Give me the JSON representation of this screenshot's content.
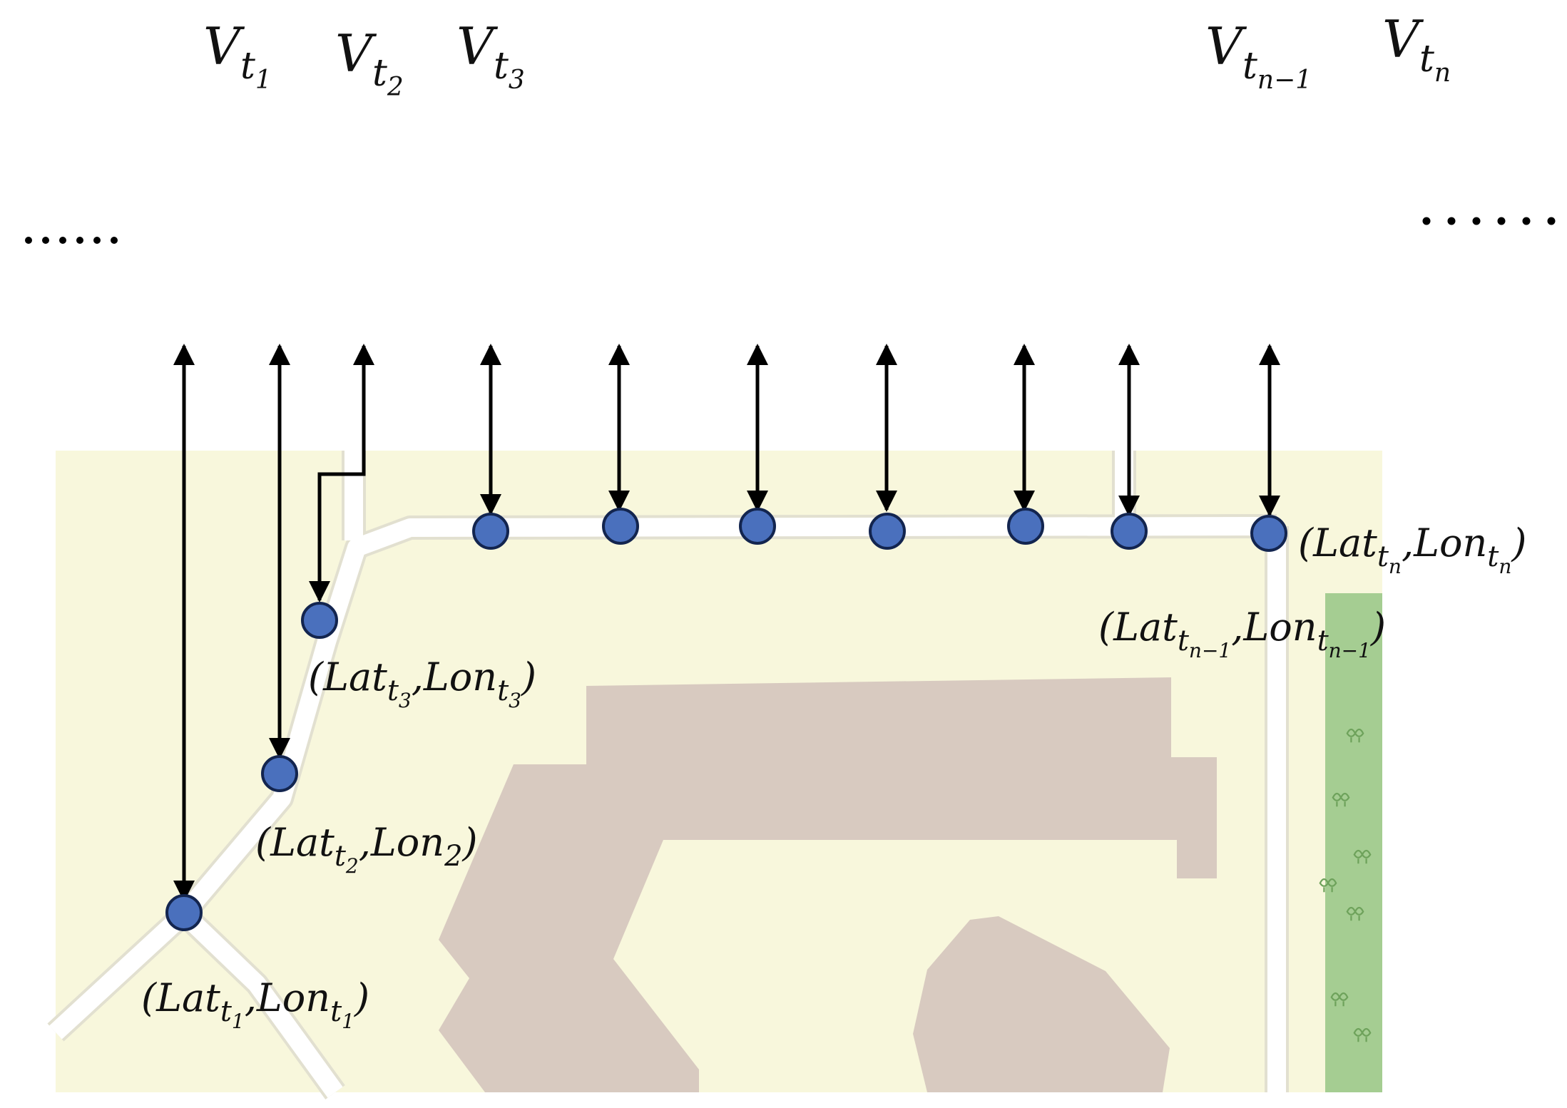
{
  "colors": {
    "map_background": "#f8f7dc",
    "road": "#ffffff",
    "building": "#d8cac0",
    "park": "#a5cd92",
    "gps_point_fill": "#4a70bd",
    "gps_point_stroke": "#13254f",
    "arrow": "#000000"
  },
  "icons": {
    "tree_symbol": "tree-icon",
    "ellipsis": "ellipsis-dots"
  },
  "frames": [
    {
      "base": "V",
      "sub": "t",
      "subsub": "1"
    },
    {
      "base": "V",
      "sub": "t",
      "subsub": "2"
    },
    {
      "base": "V",
      "sub": "t",
      "subsub": "3"
    },
    {
      "base": "",
      "sub": "",
      "subsub": ""
    },
    {
      "base": "",
      "sub": "",
      "subsub": ""
    },
    {
      "base": "",
      "sub": "",
      "subsub": ""
    },
    {
      "base": "",
      "sub": "",
      "subsub": ""
    },
    {
      "base": "",
      "sub": "",
      "subsub": ""
    },
    {
      "base": "V",
      "sub": "t",
      "subsub": "n−1"
    },
    {
      "base": "V",
      "sub": "t",
      "subsub": "n"
    }
  ],
  "coordinates": [
    {
      "lat": "Lat",
      "lat_sub": "t",
      "lat_subsub": "1",
      "lon": "Lon",
      "lon_sub": "t",
      "lon_subsub": "1"
    },
    {
      "lat": "Lat",
      "lat_sub": "t",
      "lat_subsub": "2",
      "lon": "Lon",
      "lon_sub": "2",
      "lon_subsub": ""
    },
    {
      "lat": "Lat",
      "lat_sub": "t",
      "lat_subsub": "3",
      "lon": "Lon",
      "lon_sub": "t",
      "lon_subsub": "3"
    },
    {
      "lat": "Lat",
      "lat_sub": "t",
      "lat_subsub": "n−1",
      "lon": "Lon",
      "lon_sub": "t",
      "lon_subsub": "n−1"
    },
    {
      "lat": "Lat",
      "lat_sub": "t",
      "lat_subsub": "n",
      "lon": "Lon",
      "lon_sub": "t",
      "lon_subsub": "n"
    }
  ]
}
